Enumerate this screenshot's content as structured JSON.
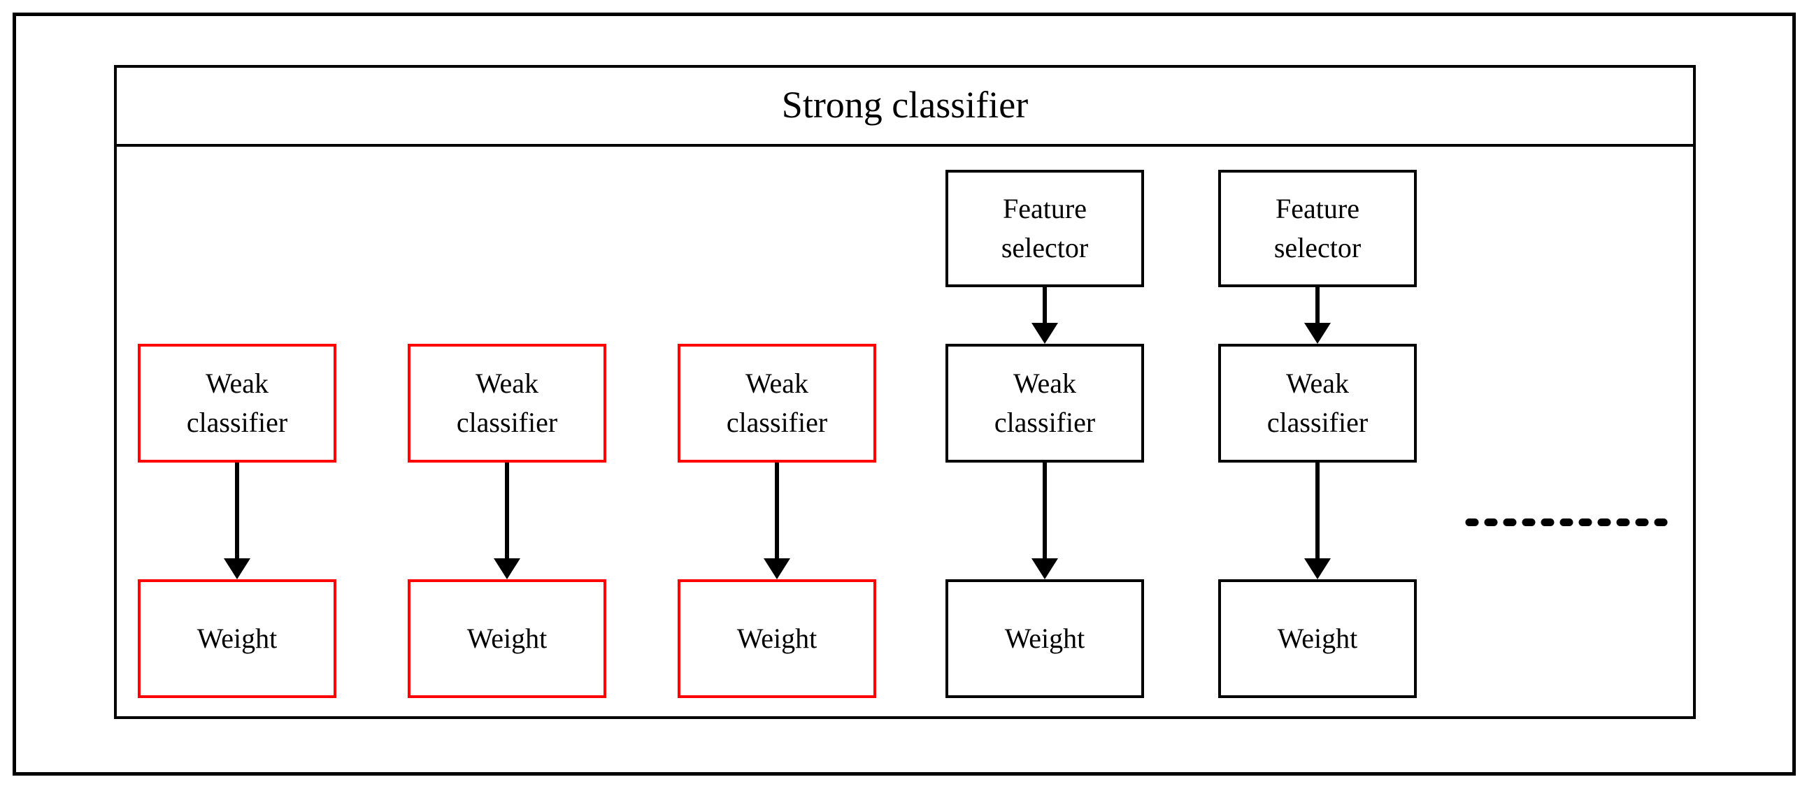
{
  "diagram": {
    "title": "Strong classifier",
    "columns": [
      {
        "style": "red",
        "weak_classifier": "Weak classifier",
        "weight": "Weight"
      },
      {
        "style": "red",
        "weak_classifier": "Weak classifier",
        "weight": "Weight"
      },
      {
        "style": "red",
        "weak_classifier": "Weak classifier",
        "weight": "Weight"
      },
      {
        "style": "black",
        "feature_selector": "Feature selector",
        "weak_classifier": "Weak classifier",
        "weight": "Weight"
      },
      {
        "style": "black",
        "feature_selector": "Feature selector",
        "weak_classifier": "Weak classifier",
        "weight": "Weight"
      }
    ],
    "icons": {
      "arrow": "down-arrow",
      "continuation": "horizontal-dashed-line"
    },
    "colors": {
      "emphasis_box_border": "#ff0000",
      "default_box_border": "#000000",
      "text": "#000000",
      "background": "#ffffff"
    }
  }
}
